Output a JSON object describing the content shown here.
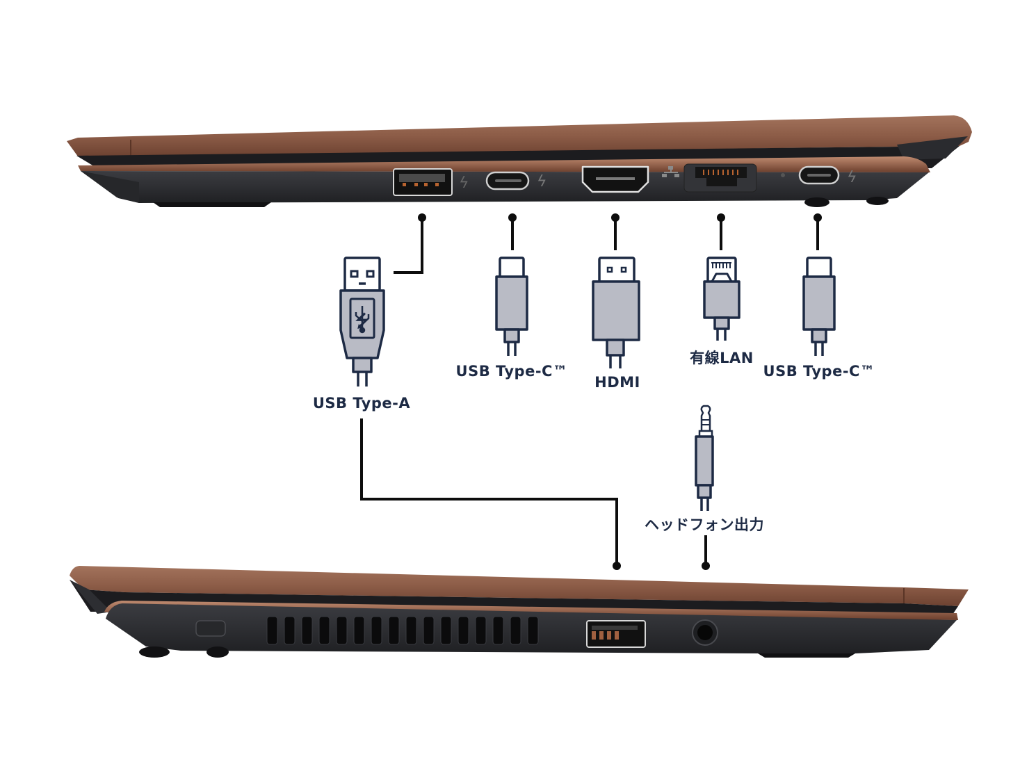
{
  "title": "Laptop port layout diagram",
  "colors": {
    "lid_bronze": "#8a5a45",
    "chassis_dark": "#2b2c30",
    "plug_fill": "#b9bbc5",
    "plug_outline": "#1d2a44",
    "wire": "#0d0d0d",
    "label_text": "#1d2a44"
  },
  "right_side_ports": [
    {
      "id": "usb-a",
      "label": "USB Type-A",
      "icon": "usb-type-a-plug-icon"
    },
    {
      "id": "usb-c-1",
      "label": "USB Type-C™",
      "icon": "usb-type-c-plug-icon",
      "badge": "thunderbolt-icon"
    },
    {
      "id": "hdmi",
      "label": "HDMI",
      "icon": "hdmi-plug-icon"
    },
    {
      "id": "lan",
      "label": "有線LAN",
      "icon": "rj45-plug-icon",
      "badge": "network-icon"
    },
    {
      "id": "usb-c-2",
      "label": "USB Type-C™",
      "icon": "usb-type-c-plug-icon",
      "badge": "thunderbolt-icon"
    }
  ],
  "left_side_ports": [
    {
      "id": "usb-a-left",
      "label": "USB Type-A",
      "note": "connected via line from USB Type-A plug"
    },
    {
      "id": "headphone",
      "label": "ヘッドフォン出力",
      "icon": "audio-jack-plug-icon"
    }
  ],
  "left_side_features": [
    "security-lock-slot",
    "air-vent",
    "usb-a-port",
    "headphone-jack"
  ],
  "vent_slot_count": 15
}
